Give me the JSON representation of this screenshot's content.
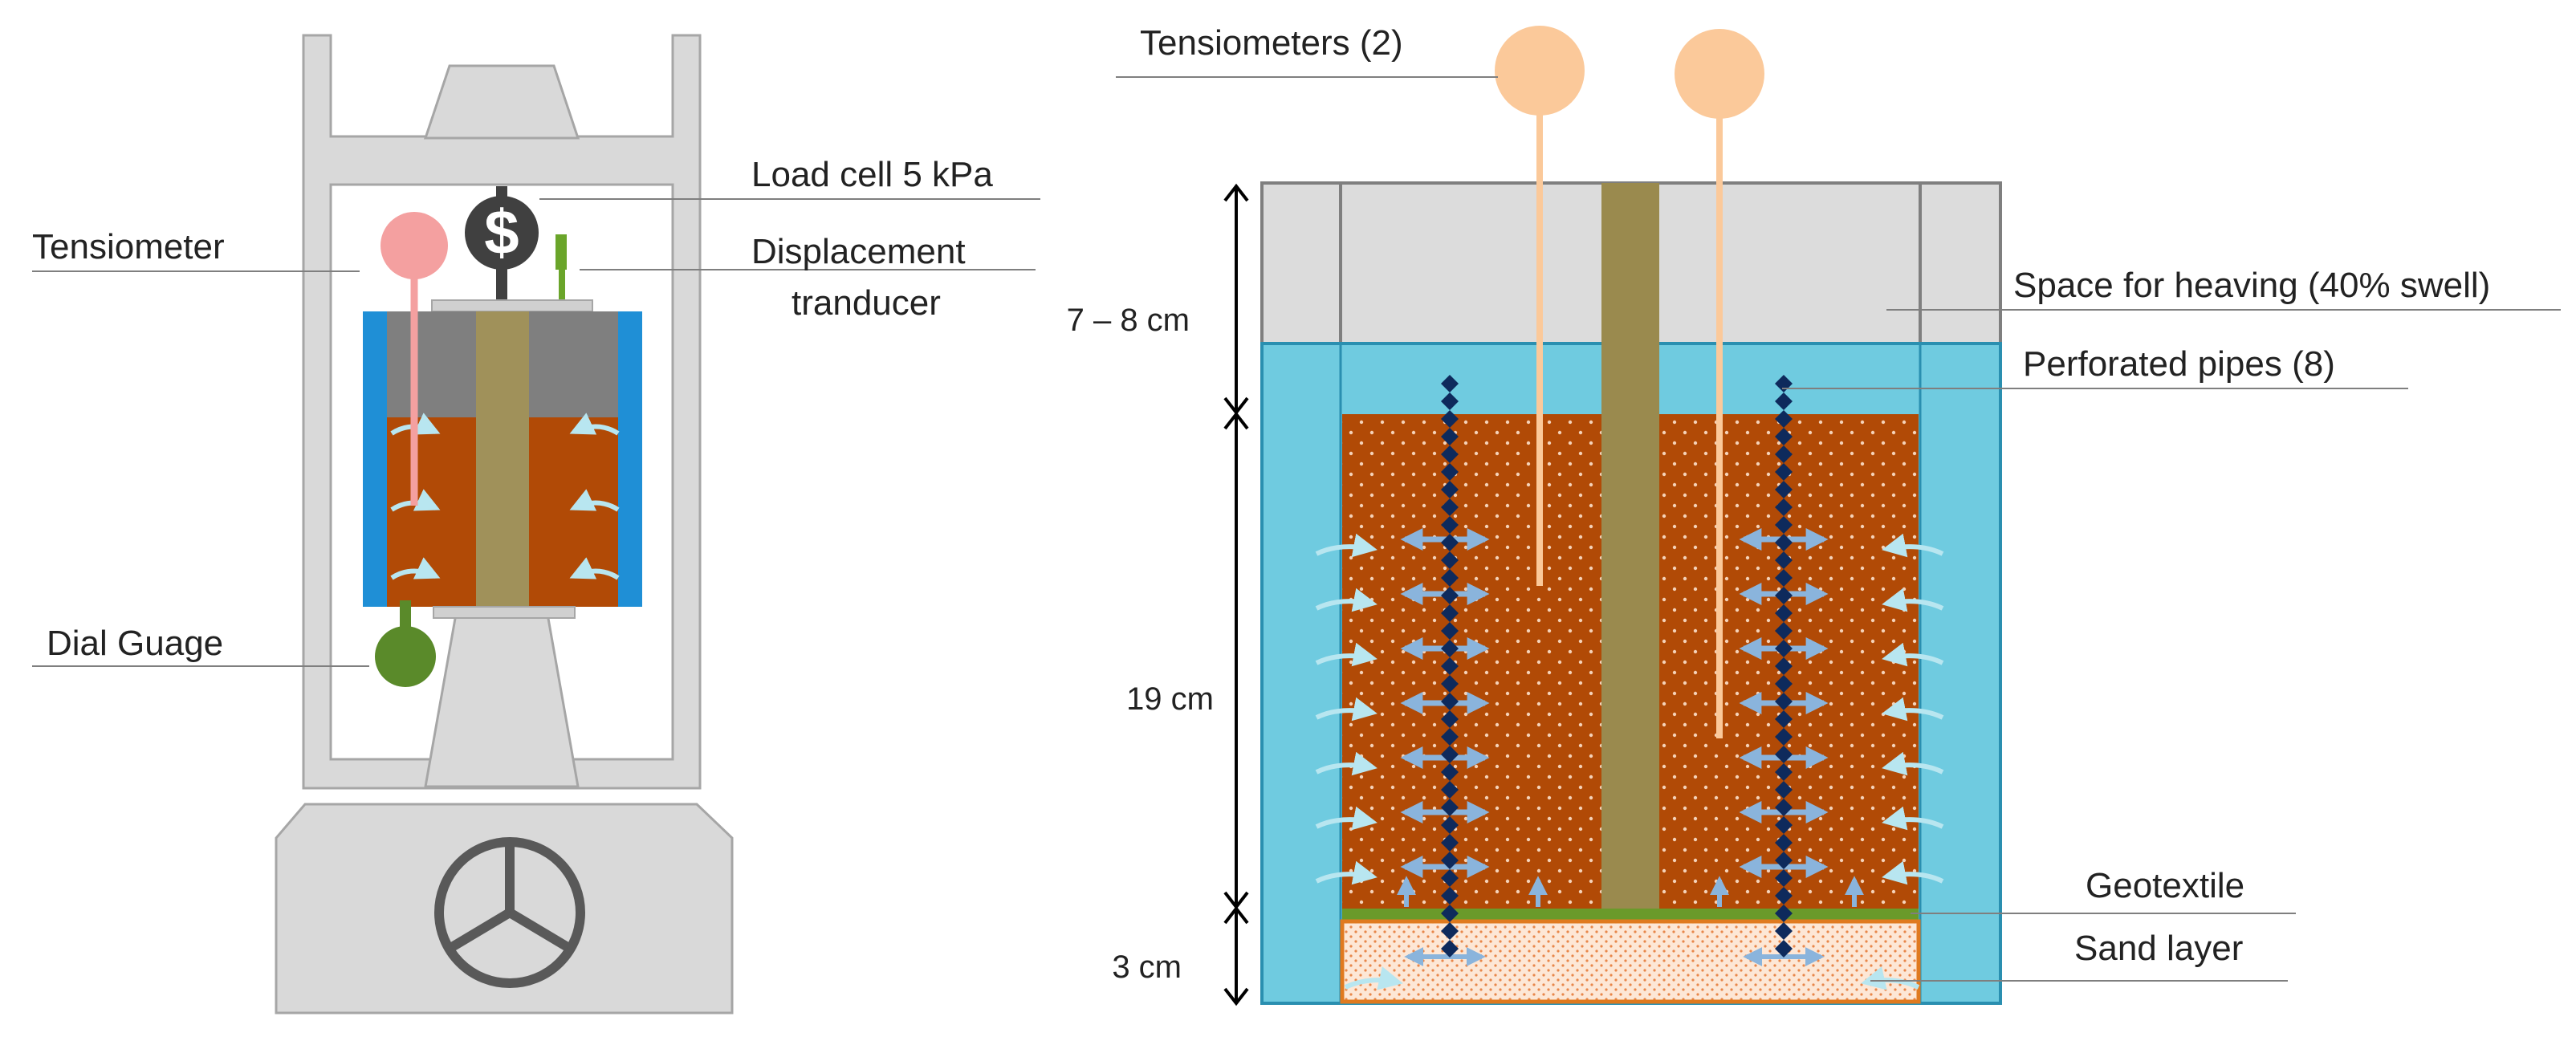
{
  "left_apparatus": {
    "labels": {
      "tensiometer": "Tensiometer",
      "load_cell": "Load cell 5 kPa",
      "displacement_line1": "Displacement",
      "displacement_line2": "tranducer",
      "dial_gauge": "Dial Guage"
    },
    "colors": {
      "frame": "#d9d9d9",
      "frame_stroke": "#a6a6a6",
      "cell_wall": "#1f8fd6",
      "soil": "#b14a06",
      "piston_top": "#7f7f7f",
      "column": "#a0915a",
      "tensiometer": "#f4a0a0",
      "dial_gauge": "#5a8a2a",
      "arrows": "#b8e6f0"
    }
  },
  "right_cell": {
    "labels": {
      "tensiometers": "Tensiometers (2)",
      "space_heaving": "Space for heaving (40% swell)",
      "perforated_pipes": "Perforated pipes (8)",
      "geotextile": "Geotextile",
      "sand_layer": "Sand layer"
    },
    "dimensions": {
      "top": "7 – 8 cm",
      "middle": "19 cm",
      "bottom": "3 cm"
    },
    "colors": {
      "water": "#6fcbe0",
      "soil": "#b14a06",
      "sand": "#f7c9a8",
      "sand_border": "#e07a1f",
      "headspace": "#dcdcdc",
      "column": "#9a8a4e",
      "tensiometer": "#fbc99a",
      "pipe": "#0e2a5c",
      "geotextile": "#6a9a2a",
      "arrows": "#8ab4dc"
    }
  }
}
